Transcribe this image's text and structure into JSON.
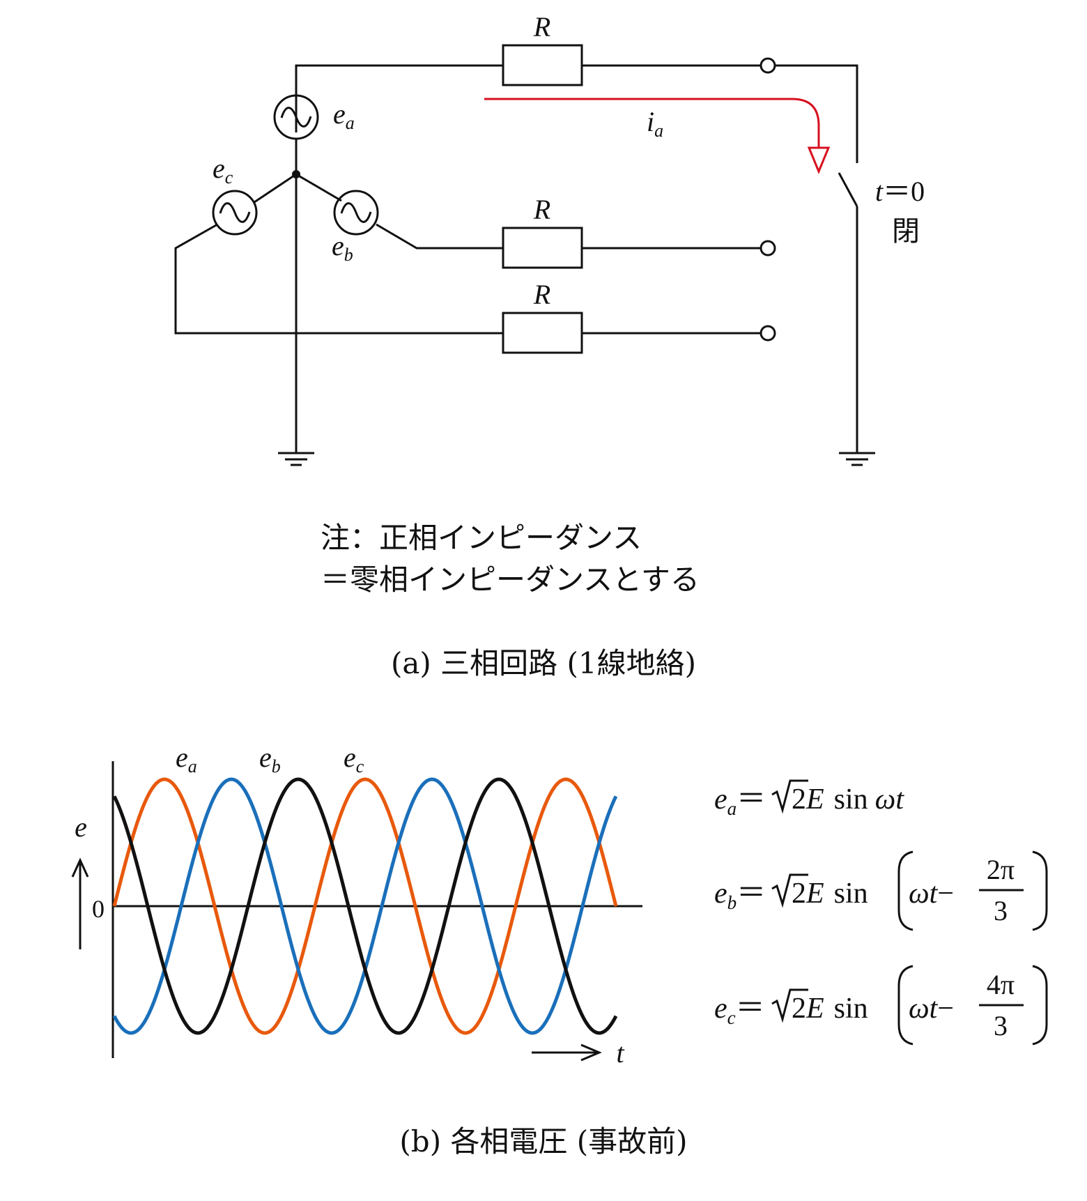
{
  "circuit": {
    "resistor_label": "R",
    "source_a": {
      "base": "e",
      "sub": "a"
    },
    "source_b": {
      "base": "e",
      "sub": "b"
    },
    "source_c": {
      "base": "e",
      "sub": "c"
    },
    "current": {
      "base": "i",
      "sub": "a"
    },
    "switch_time_var": "t",
    "switch_time_eq": "＝0",
    "switch_state": "閉",
    "note_line1": "注：正相インピーダンス",
    "note_line2": "＝零相インピーダンスとする",
    "caption": "(a) 三相回路 (1線地絡)",
    "colors": {
      "wire": "#111111",
      "current_arrow": "#d7101f"
    }
  },
  "chart": {
    "caption": "(b) 各相電圧 (事故前)",
    "caption_color": "#1b72c0",
    "y_label": "e",
    "x_label": "t",
    "zero_label": "0",
    "series_labels": [
      {
        "base": "e",
        "sub": "a"
      },
      {
        "base": "e",
        "sub": "b"
      },
      {
        "base": "e",
        "sub": "c"
      }
    ],
    "colors": {
      "a": "#e8590c",
      "b": "#1a6fba",
      "c": "#111111"
    }
  },
  "chart_data": {
    "type": "line",
    "title": "",
    "xlabel": "t",
    "ylabel": "e",
    "series": [
      {
        "name": "ea",
        "phase_deg": 0,
        "amplitude": 1,
        "color": "#e8590c"
      },
      {
        "name": "eb",
        "phase_deg": -120,
        "amplitude": 1,
        "color": "#1a6fba"
      },
      {
        "name": "ec",
        "phase_deg": -240,
        "amplitude": 1,
        "color": "#111111"
      }
    ],
    "cycles": 2.5,
    "ylim": [
      -1,
      1
    ]
  },
  "equations": [
    {
      "lhs_base": "e",
      "lhs_sub": "a",
      "eq": "＝",
      "coef": "2",
      "E": "E",
      "fn": "sin",
      "arg": "ωt",
      "frac_num": "",
      "frac_den": ""
    },
    {
      "lhs_base": "e",
      "lhs_sub": "b",
      "eq": "＝",
      "coef": "2",
      "E": "E",
      "fn": "sin",
      "arg": "ωt",
      "minus": "−",
      "frac_num": "2π",
      "frac_den": "3"
    },
    {
      "lhs_base": "e",
      "lhs_sub": "c",
      "eq": "＝",
      "coef": "2",
      "E": "E",
      "fn": "sin",
      "arg": "ωt",
      "minus": "−",
      "frac_num": "4π",
      "frac_den": "3"
    }
  ]
}
